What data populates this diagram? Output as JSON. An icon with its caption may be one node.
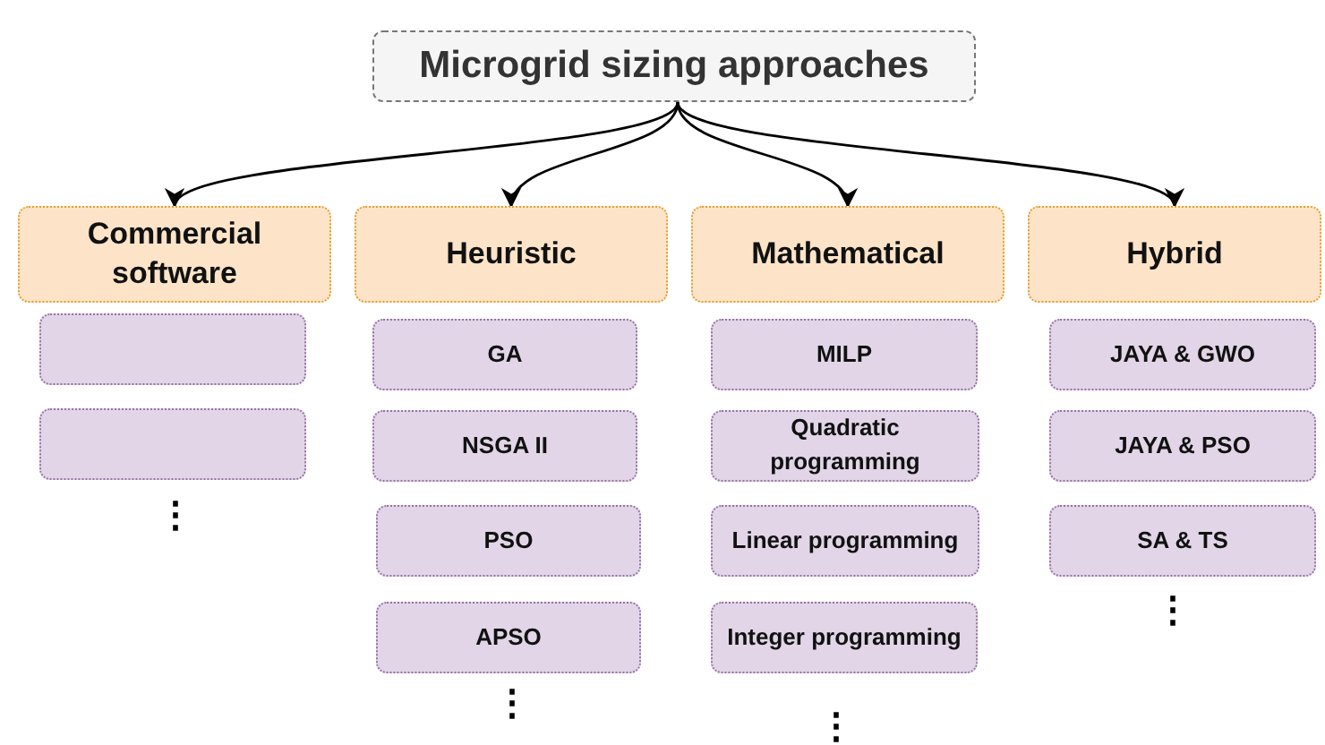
{
  "diagram": {
    "nodes": [
      {
        "text": [
          "Microgrid sizing approaches"
        ]
      },
      {
        "text": [
          "Commercial software"
        ]
      },
      {
        "text": [
          "Heuristic"
        ]
      },
      {
        "text": [
          "Mathematical"
        ]
      },
      {
        "text": [
          "Hybrid"
        ]
      },
      {
        "text": [],
        "shape": "box"
      },
      {
        "text": [],
        "shape": "box"
      },
      {
        "text": [
          "GA"
        ]
      },
      {
        "text": [
          "NSGA II"
        ]
      },
      {
        "text": [
          "PSO"
        ]
      },
      {
        "text": [
          "APSO"
        ]
      },
      {
        "text": [
          "MILP"
        ]
      },
      {
        "text": [
          "Quadratic programming"
        ]
      },
      {
        "text": [
          "Linear programming"
        ]
      },
      {
        "text": [
          "Integer programming"
        ]
      },
      {
        "text": [
          "JAYA & GWO"
        ]
      },
      {
        "text": [
          "JAYA & PSO"
        ]
      },
      {
        "text": [
          "SA & TS"
        ]
      }
    ],
    "edges": [
      {
        "from": 0,
        "to": 1,
        "arrow": "to"
      },
      {
        "from": 0,
        "to": 2,
        "arrow": "to"
      },
      {
        "from": 0,
        "to": 3,
        "arrow": "to"
      },
      {
        "from": 0,
        "to": 4,
        "arrow": "to"
      }
    ],
    "labels": [
      "⋮",
      "⋮",
      "⋮",
      "⋮"
    ]
  }
}
